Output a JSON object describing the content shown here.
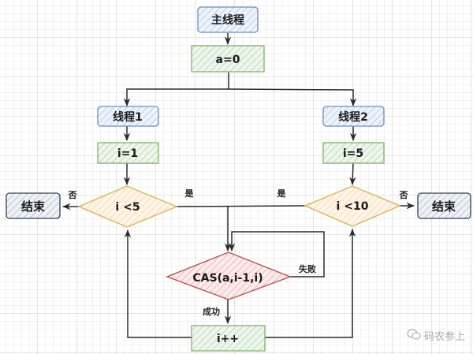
{
  "diagram": {
    "nodes": {
      "main_thread": {
        "label": "主线程",
        "kind": "process",
        "color": "blue"
      },
      "init_a": {
        "label": "a=0",
        "kind": "process",
        "color": "green"
      },
      "thread1": {
        "label": "线程1",
        "kind": "process",
        "color": "blue"
      },
      "thread2": {
        "label": "线程2",
        "kind": "process",
        "color": "blue"
      },
      "init_i1": {
        "label": "i=1",
        "kind": "process",
        "color": "green"
      },
      "init_i2": {
        "label": "i=5",
        "kind": "process",
        "color": "green"
      },
      "cond1": {
        "label": "i <5",
        "kind": "decision",
        "color": "orange"
      },
      "cond2": {
        "label": "i <10",
        "kind": "decision",
        "color": "orange"
      },
      "end1": {
        "label": "结束",
        "kind": "terminal",
        "color": "slate"
      },
      "end2": {
        "label": "结束",
        "kind": "terminal",
        "color": "slate"
      },
      "cas": {
        "label": "CAS(a,i-1,i)",
        "kind": "decision",
        "color": "red"
      },
      "incr": {
        "label": "i++",
        "kind": "process",
        "color": "green"
      }
    },
    "edge_labels": {
      "cond1_no": "否",
      "cond1_yes": "是",
      "cond2_yes": "是",
      "cond2_no": "否",
      "cas_fail": "失败",
      "cas_success": "成功"
    },
    "colors": {
      "blue_fill": "#dae8fc",
      "blue_stroke": "#6c8ebf",
      "green_fill": "#d5e8d4",
      "green_stroke": "#82b366",
      "orange_fill": "#ffe6cc",
      "orange_stroke": "#d6b656",
      "red_fill": "#f8cecc",
      "red_stroke": "#b85450",
      "slate_fill": "#dfe6ee",
      "slate_stroke": "#314354",
      "line": "#2b2b2b"
    }
  },
  "watermark": {
    "text": "码农参上",
    "icon": "wechat-icon"
  }
}
